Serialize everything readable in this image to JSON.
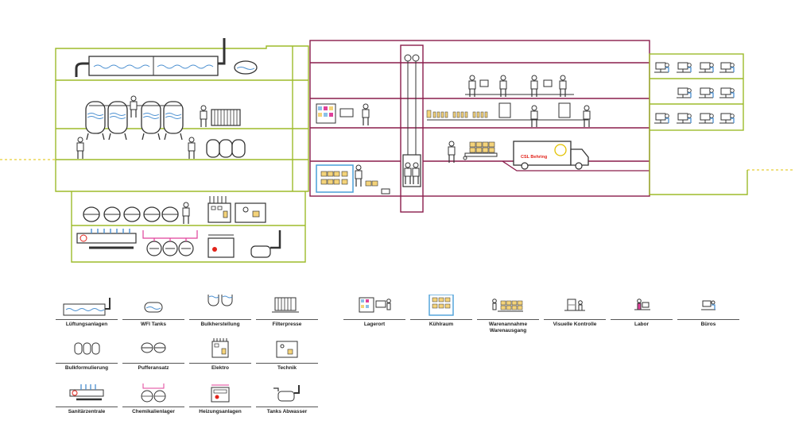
{
  "truck": {
    "company_label": "CSL Behring"
  },
  "legend_left": [
    {
      "id": "lueftung",
      "label": "Lüftungsanlagen",
      "icon": "ventilation-icon"
    },
    {
      "id": "wfi",
      "label": "WFI Tanks",
      "icon": "wfi-tank-icon"
    },
    {
      "id": "bulkherstellung",
      "label": "Bulkherstellung",
      "icon": "bulk-vessel-icon"
    },
    {
      "id": "filterpresse",
      "label": "Filterpresse",
      "icon": "filter-press-icon"
    },
    {
      "id": "bulkformulierung",
      "label": "Bulkformulierung",
      "icon": "bulk-formulation-icon"
    },
    {
      "id": "pufferansatz",
      "label": "Pufferansatz",
      "icon": "buffer-tank-icon"
    },
    {
      "id": "elektro",
      "label": "Elektro",
      "icon": "electrical-cabinet-icon"
    },
    {
      "id": "technik",
      "label": "Technik",
      "icon": "technical-unit-icon"
    },
    {
      "id": "sanitaer",
      "label": "Sanitärzentrale",
      "icon": "sanitary-center-icon"
    },
    {
      "id": "chemikalien",
      "label": "Chemikalienlager",
      "icon": "chemical-storage-icon"
    },
    {
      "id": "heizung",
      "label": "Heizungsanlagen",
      "icon": "heating-system-icon"
    },
    {
      "id": "abwasser",
      "label": "Tanks Abwasser",
      "icon": "wastewater-tank-icon"
    }
  ],
  "legend_right": [
    {
      "id": "lagerort",
      "label": "Lagerort",
      "icon": "storage-shelf-icon"
    },
    {
      "id": "kuehlraum",
      "label": "Kühlraum",
      "icon": "cold-room-icon"
    },
    {
      "id": "waren",
      "label": "Warenannahme Warenausgang",
      "icon": "goods-handling-icon"
    },
    {
      "id": "kontrolle",
      "label": "Visuelle Kontrolle",
      "icon": "visual-inspection-icon"
    },
    {
      "id": "labor",
      "label": "Labor",
      "icon": "laboratory-icon"
    },
    {
      "id": "bueros",
      "label": "Büros",
      "icon": "office-workstation-icon"
    }
  ],
  "colors": {
    "production_building": "#9dbb2a",
    "logistics_building": "#8a1d4b",
    "line": "#333333",
    "water": "#4a8fd0",
    "accent_pink": "#e0419a",
    "accent_red": "#e2231a",
    "cold_room": "#4a9fd9",
    "ground_line": "#e2c200"
  }
}
